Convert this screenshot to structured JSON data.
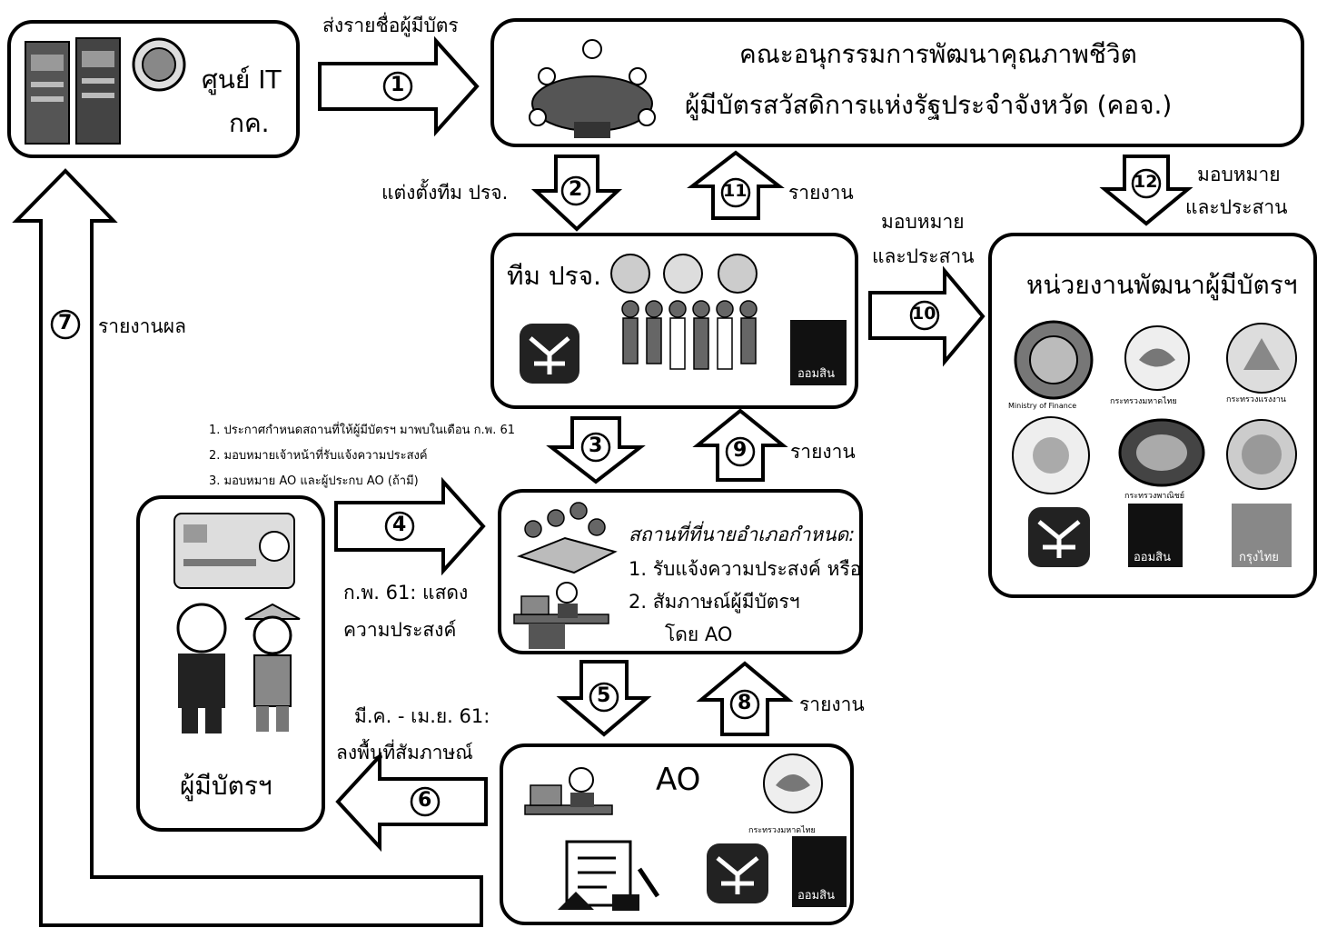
{
  "boxes": {
    "it_center": {
      "line1": "ศูนย์ IT",
      "line2": "กค."
    },
    "committee": {
      "line1": "คณะอนุกรรมการพัฒนาคุณภาพชีวิต",
      "line2": "ผู้มีบัตรสวัสดิการแห่งรัฐประจำจังหวัด (คอจ.)"
    },
    "team": {
      "title": "ทีม ปรจ.",
      "gsb_label": "ออมสิน"
    },
    "units": {
      "title": "หน่วยงานพัฒนาผู้มีบัตรฯ",
      "label_interior": "กระทรวงมหาดไทย",
      "label_labour": "กระทรวงแรงงาน",
      "label_commerce": "กระทรวงพาณิชย์",
      "label_finance": "Ministry of Finance",
      "gsb_label": "ออมสิน",
      "ktb_label": "กรุงไทย"
    },
    "venue": {
      "title": "สถานที่ที่นายอำเภอกำหนด:",
      "item1": "1.  รับแจ้งความประสงค์ หรือ",
      "item2": "2.  สัมภาษณ์ผู้มีบัตรฯ",
      "item3": "โดย AO"
    },
    "ao": {
      "title": "AO",
      "label_interior": "กระทรวงมหาดไทย",
      "gsb_label": "ออมสิน"
    },
    "holders": {
      "title": "ผู้มีบัตรฯ"
    }
  },
  "steps": {
    "s1": {
      "num": "1",
      "label": "ส่งรายชื่อผู้มีบัตร"
    },
    "s2": {
      "num": "2",
      "label": "แต่งตั้งทีม ปรจ."
    },
    "s3": {
      "num": "3",
      "notes": [
        "1. ประกาศกำหนดสถานที่ให้ผู้มีบัตรฯ มาพบในเดือน ก.พ. 61",
        "2. มอบหมายเจ้าหน้าที่รับแจ้งความประสงค์",
        "3. มอบหมาย AO และผู้ประกบ AO (ถ้ามี)"
      ]
    },
    "s4": {
      "num": "4",
      "label1": "ก.พ. 61: แสดง",
      "label2": "ความประสงค์"
    },
    "s5": {
      "num": "5"
    },
    "s6": {
      "num": "6",
      "label1": "มี.ค. - เม.ย. 61:",
      "label2": "ลงพื้นที่สัมภาษณ์"
    },
    "s7": {
      "num": "7",
      "label": "รายงานผล"
    },
    "s8": {
      "num": "8",
      "label": "รายงาน"
    },
    "s9": {
      "num": "9",
      "label": "รายงาน"
    },
    "s10": {
      "num": "10",
      "label1": "มอบหมาย",
      "label2": "และประสาน"
    },
    "s11": {
      "num": "11",
      "label": "รายงาน"
    },
    "s12": {
      "num": "12",
      "label1": "มอบหมาย",
      "label2": "และประสาน"
    }
  }
}
